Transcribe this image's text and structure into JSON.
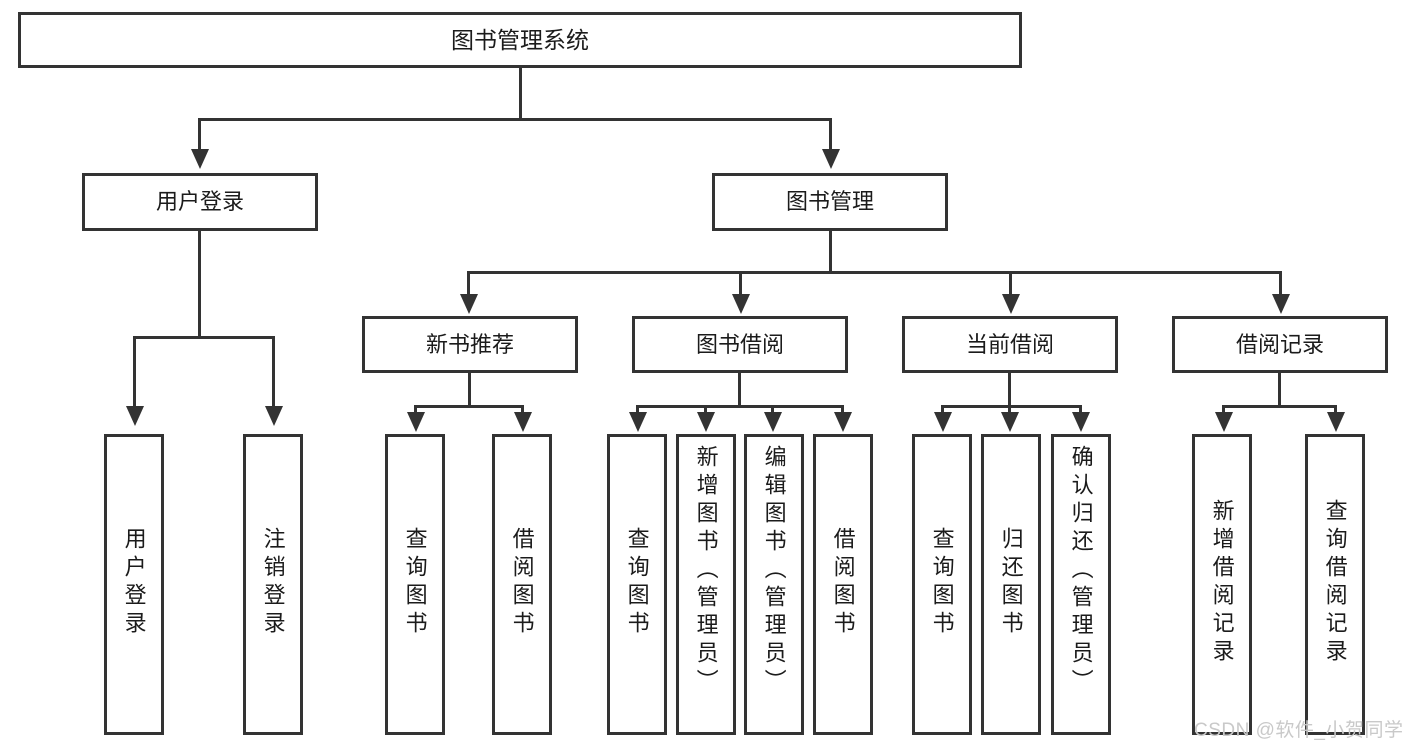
{
  "diagram": {
    "title": "图书管理系统",
    "root": {
      "label": "图书管理系统"
    },
    "level1": [
      {
        "label": "用户登录"
      },
      {
        "label": "图书管理"
      }
    ],
    "level2": [
      {
        "label": "新书推荐"
      },
      {
        "label": "图书借阅"
      },
      {
        "label": "当前借阅"
      },
      {
        "label": "借阅记录"
      }
    ],
    "leaves": [
      {
        "label": "用户登录",
        "parent": "用户登录"
      },
      {
        "label": "注销登录",
        "parent": "用户登录"
      },
      {
        "label": "查询图书",
        "parent": "新书推荐"
      },
      {
        "label": "借阅图书",
        "parent": "新书推荐"
      },
      {
        "label": "查询图书",
        "parent": "图书借阅"
      },
      {
        "label": "新增图书（管理员）",
        "parent": "图书借阅"
      },
      {
        "label": "编辑图书（管理员）",
        "parent": "图书借阅"
      },
      {
        "label": "借阅图书",
        "parent": "图书借阅"
      },
      {
        "label": "查询图书",
        "parent": "当前借阅"
      },
      {
        "label": "归还图书",
        "parent": "当前借阅"
      },
      {
        "label": "确认归还（管理员）",
        "parent": "当前借阅"
      },
      {
        "label": "新增借阅记录",
        "parent": "借阅记录"
      },
      {
        "label": "查询借阅记录",
        "parent": "借阅记录"
      }
    ]
  },
  "watermark": {
    "text": "CSDN @软件_小贺同学"
  },
  "colors": {
    "stroke": "#333333",
    "box_fill": "#ffffff",
    "text": "#1b1b1b",
    "watermark": "#c9c9c9",
    "background": "#ffffff"
  }
}
